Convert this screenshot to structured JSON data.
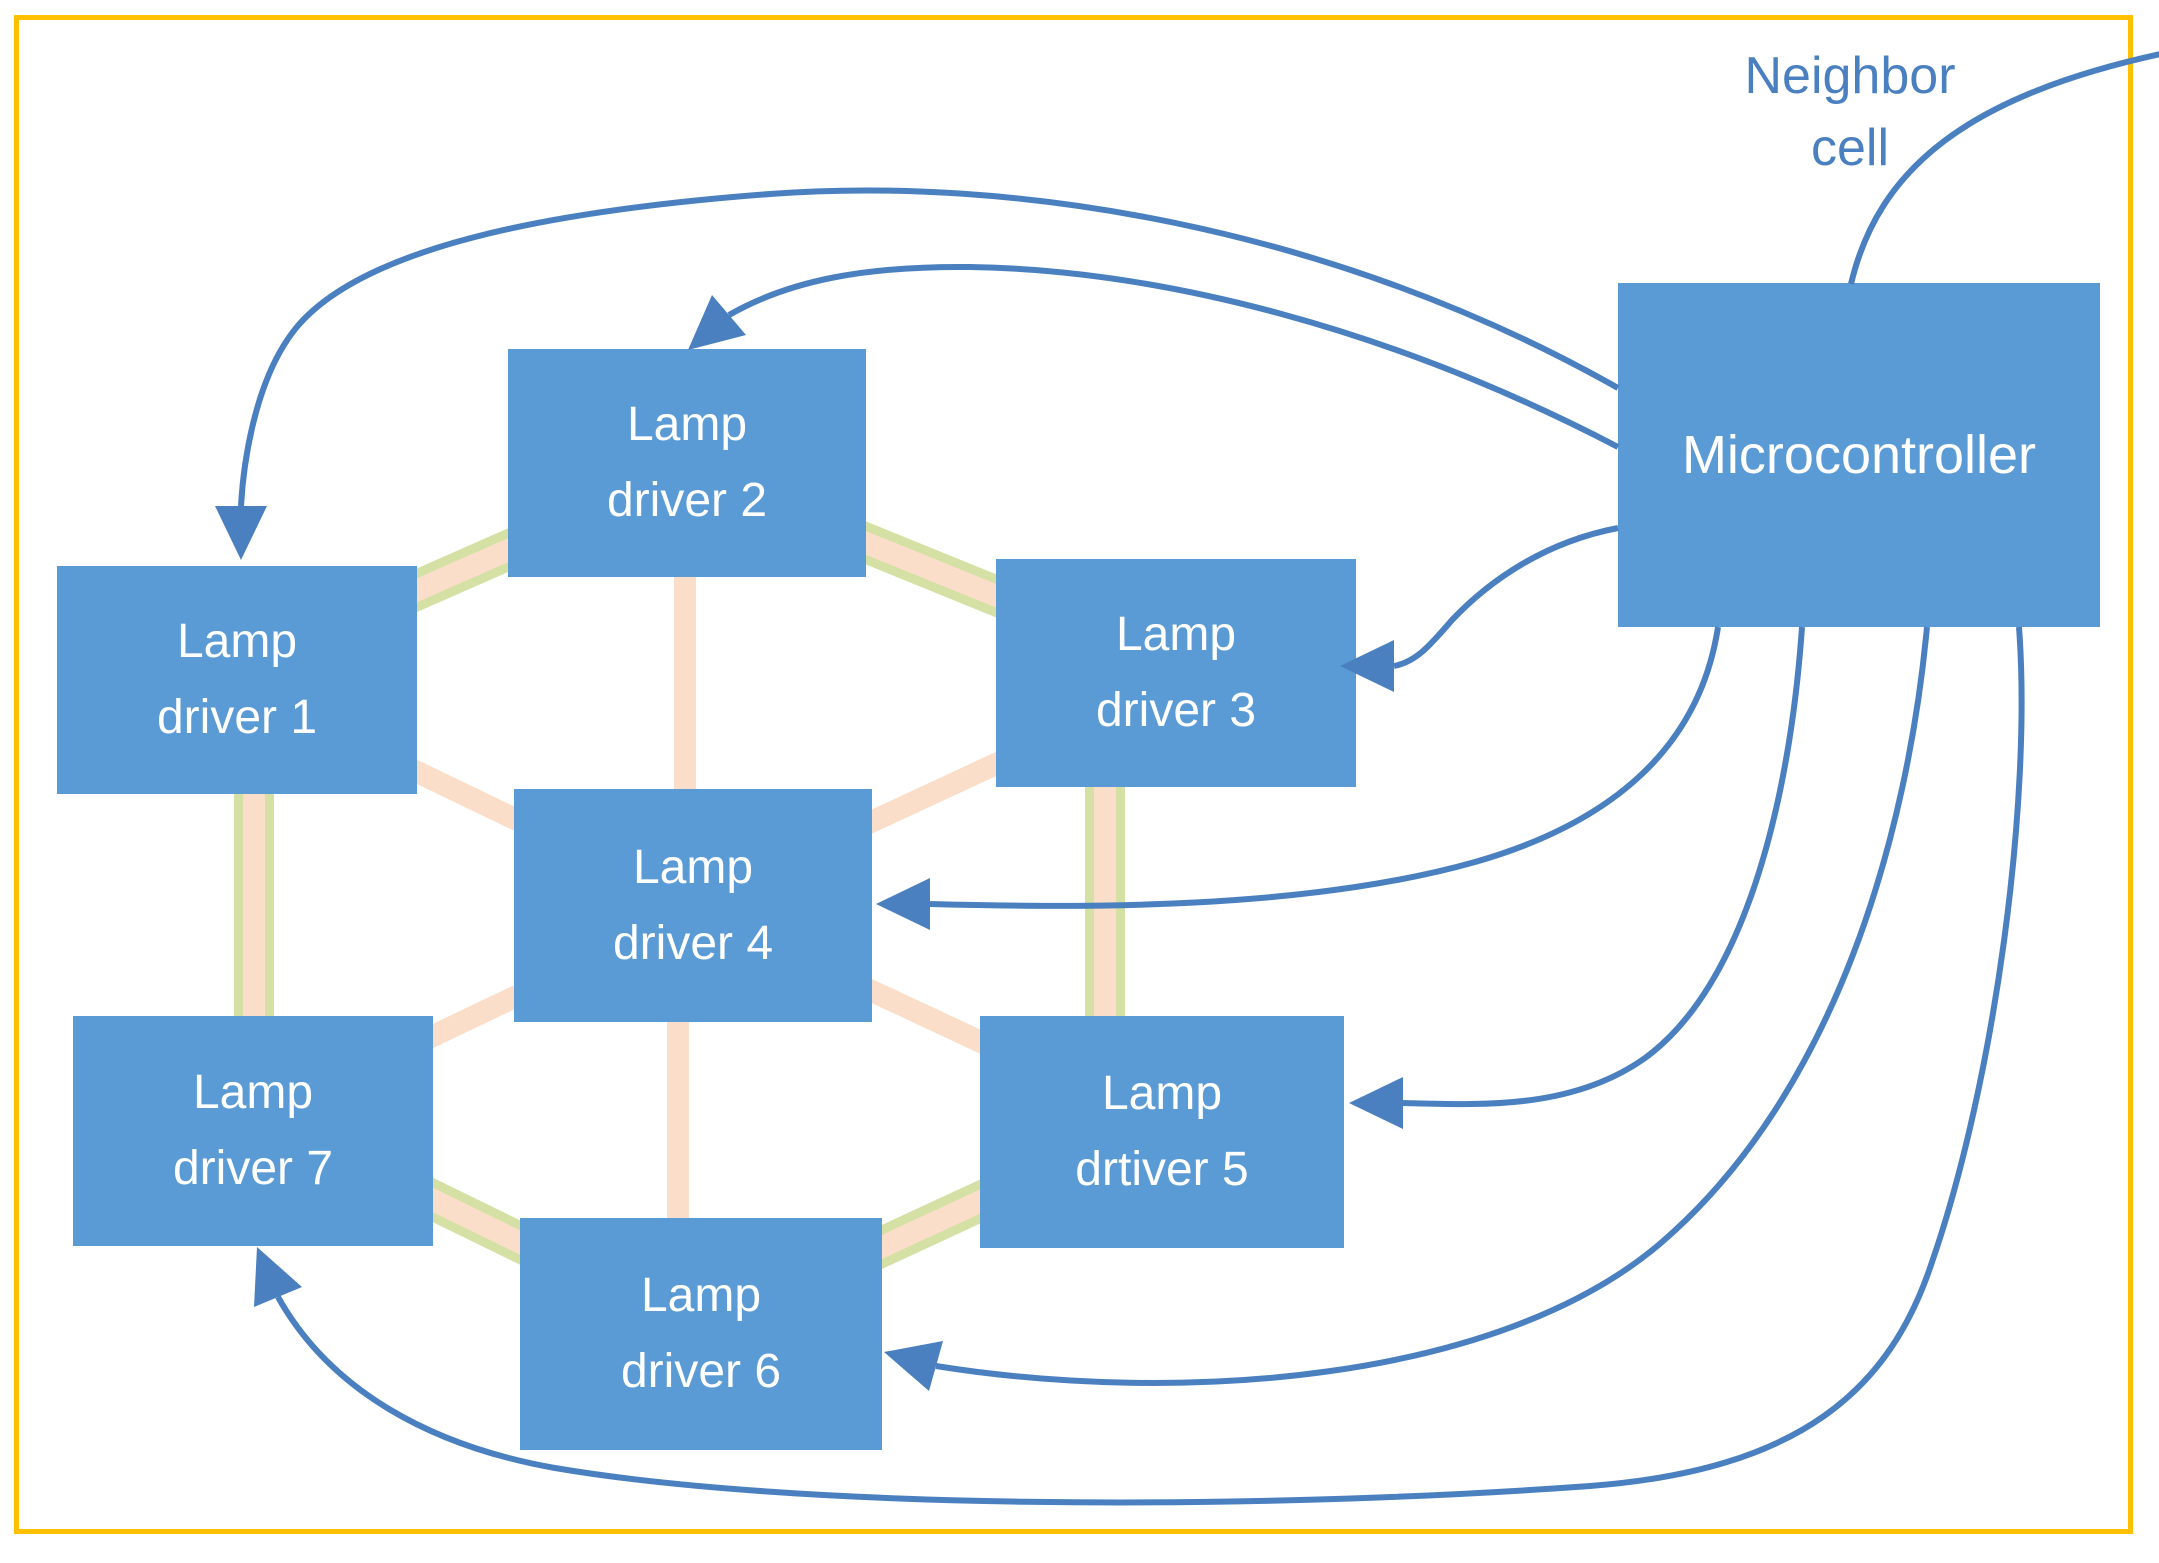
{
  "diagram": {
    "neighbor_label": {
      "line1": "Neighbor",
      "line2": "cell"
    },
    "microcontroller": {
      "label": "Microcontroller"
    },
    "nodes": [
      {
        "id": "lamp1",
        "line1": "Lamp",
        "line2": "driver 1"
      },
      {
        "id": "lamp2",
        "line1": "Lamp",
        "line2": "driver 2"
      },
      {
        "id": "lamp3",
        "line1": "Lamp",
        "line2": "driver 3"
      },
      {
        "id": "lamp4",
        "line1": "Lamp",
        "line2": "driver 4"
      },
      {
        "id": "lamp5",
        "line1": "Lamp",
        "line2": "drtiver 5"
      },
      {
        "id": "lamp6",
        "line1": "Lamp",
        "line2": "driver 6"
      },
      {
        "id": "lamp7",
        "line1": "Lamp",
        "line2": "driver 7"
      }
    ],
    "colors": {
      "node_fill": "#5B9BD5",
      "arrow_blue": "#4A80BF",
      "ring_link_green": "#D4E0A4",
      "bus_link_peach": "#FBDEC9",
      "frame_yellow": "#FFC000",
      "node_text": "#FFFFFF"
    }
  }
}
